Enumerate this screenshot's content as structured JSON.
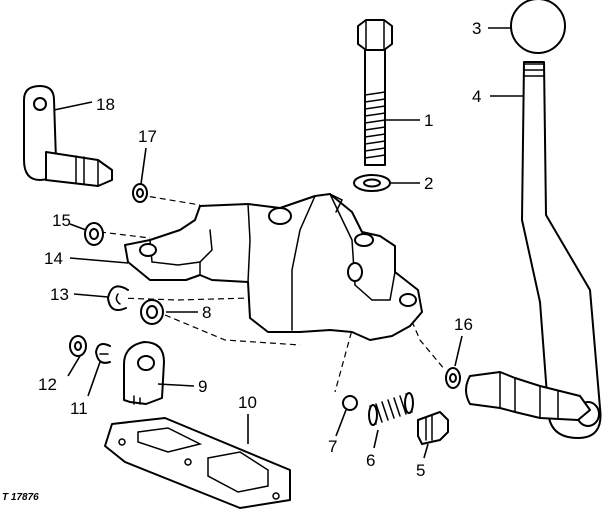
{
  "figure": {
    "reference_code": "T 17876",
    "callouts": {
      "c1": "1",
      "c2": "2",
      "c3": "3",
      "c4": "4",
      "c5": "5",
      "c6": "6",
      "c7": "7",
      "c8": "8",
      "c9": "9",
      "c10": "10",
      "c11": "11",
      "c12": "12",
      "c13": "13",
      "c14": "14",
      "c15": "15",
      "c16": "16",
      "c17": "17",
      "c18": "18"
    }
  }
}
